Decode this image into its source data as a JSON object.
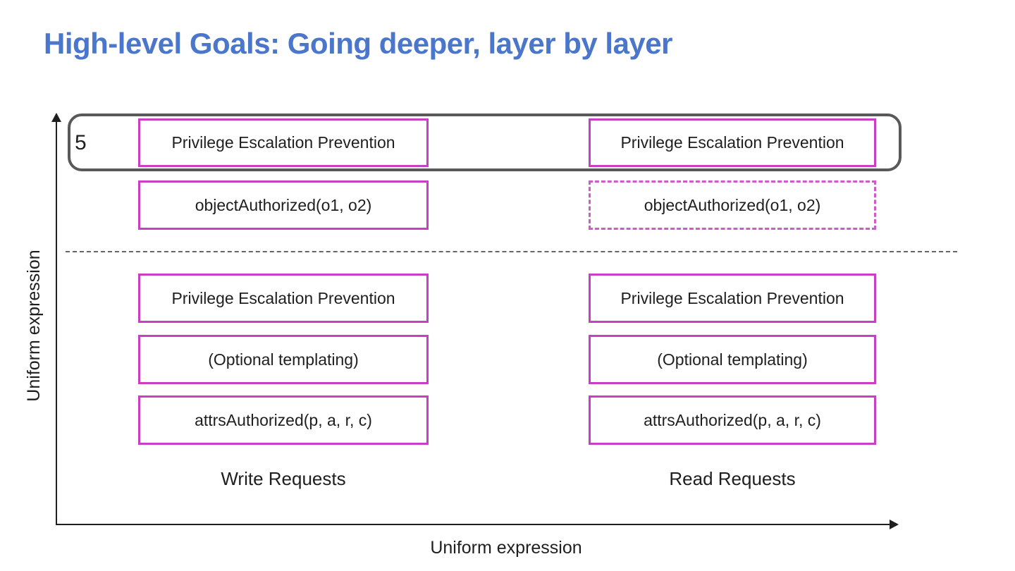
{
  "title": "High-level Goals: Going deeper, layer by layer",
  "colors": {
    "title_blue": "#4a76cc",
    "box_border_magenta": "#c83fc3",
    "dashed_border_magenta": "#cc5cc8",
    "container_border_gray": "#595959",
    "axis_black": "#1f1f1f",
    "divider_gray": "#666666"
  },
  "diagram": {
    "badge": "5",
    "y_axis_label": "Uniform expression",
    "x_axis_label": "Uniform expression",
    "columns": [
      {
        "footer": "Write Requests",
        "rows": [
          "Privilege Escalation Prevention",
          "objectAuthorized(o1, o2)",
          "Privilege Escalation Prevention",
          "(Optional templating)",
          "attrsAuthorized(p, a, r, c)"
        ]
      },
      {
        "footer": "Read Requests",
        "rows": [
          "Privilege Escalation Prevention",
          "objectAuthorized(o1, o2)",
          "Privilege Escalation Prevention",
          "(Optional templating)",
          "attrsAuthorized(p, a, r, c)"
        ]
      }
    ]
  }
}
